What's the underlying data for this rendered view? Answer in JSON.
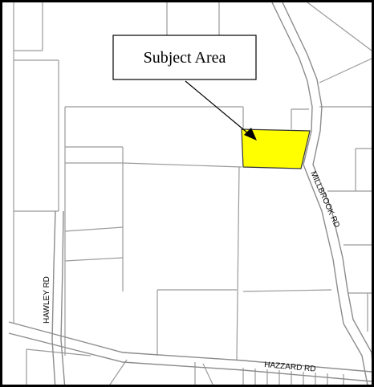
{
  "map": {
    "callout_label": "Subject Area",
    "roads": {
      "hawley": "HAWLEY RD",
      "millbrook": "MILLBROOK RD",
      "hazzard": "HAZZARD RD"
    },
    "colors": {
      "subject_fill": "#ffff00",
      "parcel_line": "#9a9a9a",
      "road_line": "#8c8c8c",
      "road_fill": "#ffffff",
      "frame": "#000000",
      "callout_border": "#000000"
    }
  }
}
